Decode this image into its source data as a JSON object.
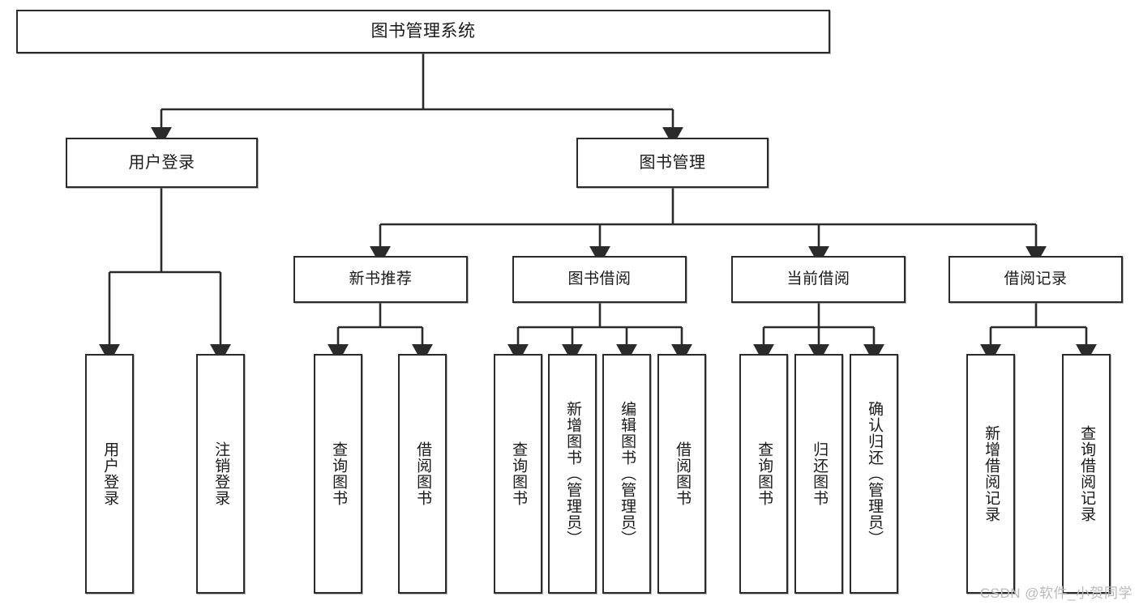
{
  "diagram": {
    "type": "tree",
    "title": "图书管理系统",
    "watermark": "CSDN @软件_小贺同学",
    "colors": {
      "stroke": "#2b2b2b",
      "fill": "#ffffff",
      "text": "#1a1a1a",
      "watermark": "#b9b9b9"
    },
    "nodes": {
      "root": {
        "label": "图书管理系统",
        "level": 0
      },
      "user_login": {
        "label": "用户登录",
        "level": 1
      },
      "book_manage": {
        "label": "图书管理",
        "level": 1
      },
      "new_book_rec": {
        "label": "新书推荐",
        "level": 2
      },
      "book_borrow": {
        "label": "图书借阅",
        "level": 2
      },
      "current_borrow": {
        "label": "当前借阅",
        "level": 2
      },
      "borrow_record": {
        "label": "借阅记录",
        "level": 2
      },
      "leaf_user_login": {
        "label": "用户登录",
        "level": 3
      },
      "leaf_user_logout": {
        "label": "注销登录",
        "level": 3
      },
      "leaf_rec_query": {
        "label": "查询图书",
        "level": 3
      },
      "leaf_rec_borrow": {
        "label": "借阅图书",
        "level": 3
      },
      "leaf_bb_query": {
        "label": "查询图书",
        "level": 3
      },
      "leaf_bb_add": {
        "label": "新增图书（管理员）",
        "level": 3
      },
      "leaf_bb_edit": {
        "label": "编辑图书（管理员）",
        "level": 3
      },
      "leaf_bb_borrow": {
        "label": "借阅图书",
        "level": 3
      },
      "leaf_cb_query": {
        "label": "查询图书",
        "level": 3
      },
      "leaf_cb_return": {
        "label": "归还图书",
        "level": 3
      },
      "leaf_cb_confirm": {
        "label": "确认归还（管理员）",
        "level": 3
      },
      "leaf_br_add": {
        "label": "新增借阅记录",
        "level": 3
      },
      "leaf_br_query": {
        "label": "查询借阅记录",
        "level": 3
      }
    },
    "edges": [
      {
        "from": "root",
        "to": "user_login"
      },
      {
        "from": "root",
        "to": "book_manage"
      },
      {
        "from": "user_login",
        "to": "leaf_user_login"
      },
      {
        "from": "user_login",
        "to": "leaf_user_logout"
      },
      {
        "from": "book_manage",
        "to": "new_book_rec"
      },
      {
        "from": "book_manage",
        "to": "book_borrow"
      },
      {
        "from": "book_manage",
        "to": "current_borrow"
      },
      {
        "from": "book_manage",
        "to": "borrow_record"
      },
      {
        "from": "new_book_rec",
        "to": "leaf_rec_query"
      },
      {
        "from": "new_book_rec",
        "to": "leaf_rec_borrow"
      },
      {
        "from": "book_borrow",
        "to": "leaf_bb_query"
      },
      {
        "from": "book_borrow",
        "to": "leaf_bb_add"
      },
      {
        "from": "book_borrow",
        "to": "leaf_bb_edit"
      },
      {
        "from": "book_borrow",
        "to": "leaf_bb_borrow"
      },
      {
        "from": "current_borrow",
        "to": "leaf_cb_query"
      },
      {
        "from": "current_borrow",
        "to": "leaf_cb_return"
      },
      {
        "from": "current_borrow",
        "to": "leaf_cb_confirm"
      },
      {
        "from": "borrow_record",
        "to": "leaf_br_add"
      },
      {
        "from": "borrow_record",
        "to": "leaf_br_query"
      }
    ]
  }
}
